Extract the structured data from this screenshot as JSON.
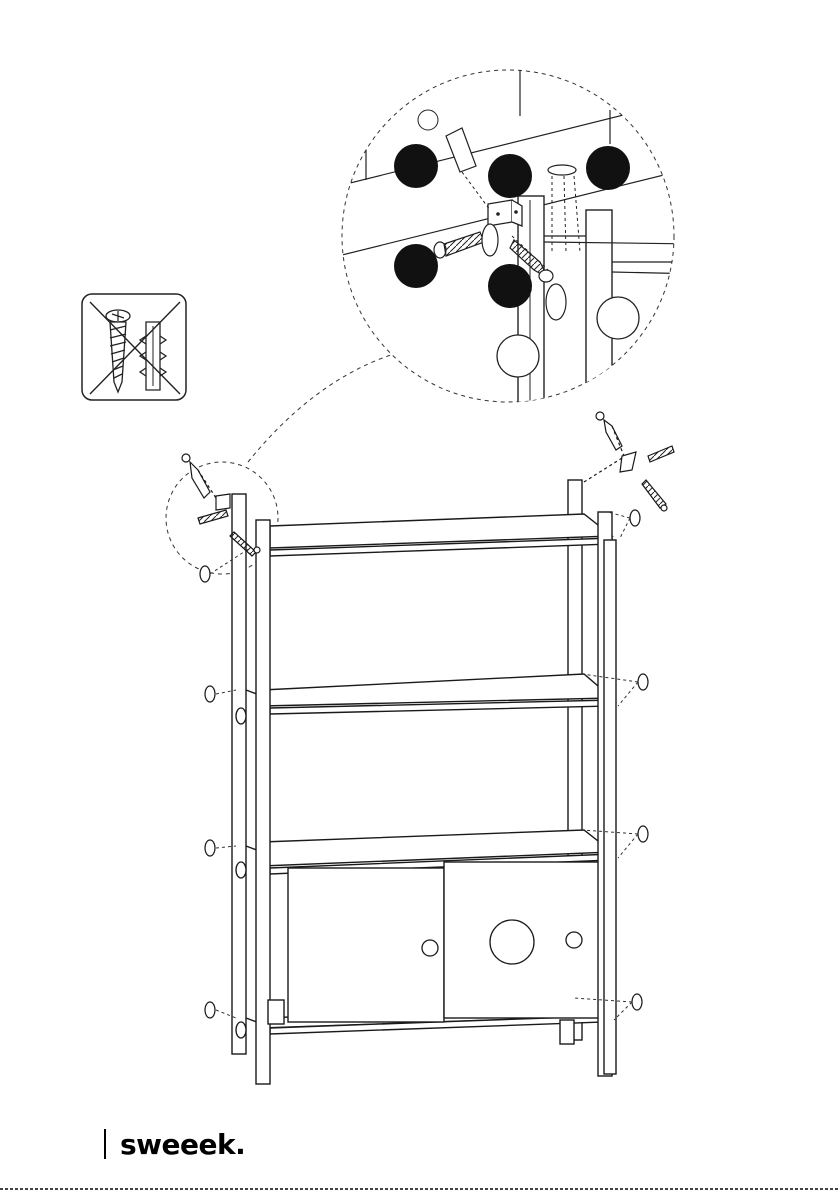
{
  "brand": {
    "name": "sweeek."
  },
  "icons": {
    "warning": "no-screws-no-plugs-warning-icon",
    "detail": "wall-fixing-detail-callout",
    "screw": "screw-icon",
    "plug": "wall-plug-icon",
    "bracket": "angle-bracket-icon",
    "cap": "cover-cap-icon"
  },
  "colors": {
    "ink": "#1a1a1a",
    "marker": "#111111",
    "paper": "#ffffff"
  },
  "markers": {
    "count": 5,
    "labels": [
      "",
      "",
      "",
      "",
      ""
    ]
  }
}
